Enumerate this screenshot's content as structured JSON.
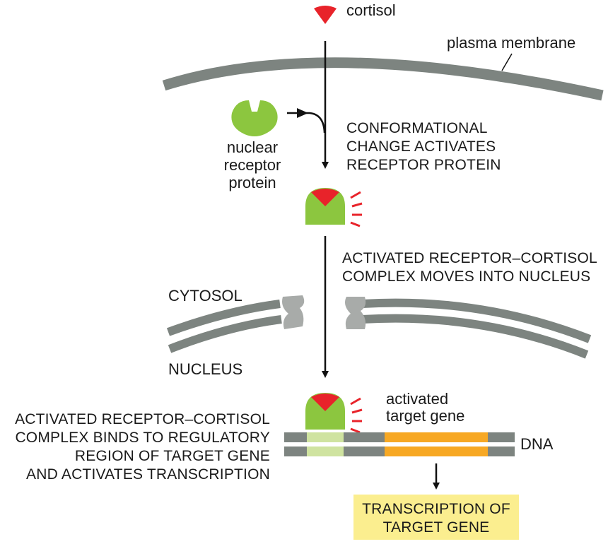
{
  "colors": {
    "hormone_red": "#e8232a",
    "receptor_green": "#8cc63f",
    "membrane_gray": "#7d8480",
    "pore_gray": "#a8aba9",
    "gene_orange": "#f7a824",
    "regulatory_green": "#cfe3a0",
    "highlight_yellow": "#fbee8f",
    "arrow_black": "#111111"
  },
  "labels": {
    "cortisol": "cortisol",
    "plasma_membrane": "plasma membrane",
    "receptor_line1": "nuclear",
    "receptor_line2": "receptor",
    "receptor_line3": "protein",
    "step1_line1": "CONFORMATIONAL",
    "step1_line2": "CHANGE ACTIVATES",
    "step1_line3": "RECEPTOR PROTEIN",
    "step2_line1": "ACTIVATED RECEPTOR–CORTISOL",
    "step2_line2": "COMPLEX MOVES INTO NUCLEUS",
    "cytosol": "CYTOSOL",
    "nucleus": "NUCLEUS",
    "gene_line1": "activated",
    "gene_line2": "target gene",
    "dna": "DNA",
    "step3_line1": "ACTIVATED RECEPTOR–CORTISOL",
    "step3_line2": "COMPLEX BINDS TO REGULATORY",
    "step3_line3": "REGION OF TARGET GENE",
    "step3_line4": "AND ACTIVATES TRANSCRIPTION",
    "result_line1": "TRANSCRIPTION OF",
    "result_line2": "TARGET GENE"
  },
  "icons": {
    "hormone": "cortisol-icon",
    "receptor": "receptor-protein-icon",
    "complex": "receptor-cortisol-complex-icon",
    "pore": "nuclear-pore-icon"
  }
}
